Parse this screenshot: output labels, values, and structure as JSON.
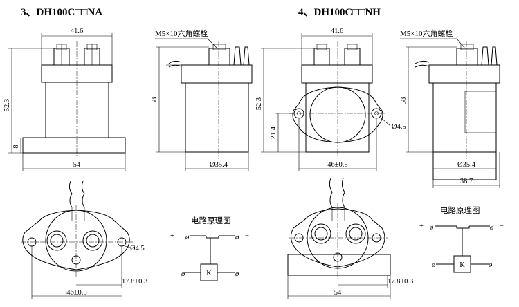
{
  "headers": {
    "left": "3、DH100C□□NA",
    "right": "4、DH100C□□NH"
  },
  "na_front": {
    "width_top": "41.6",
    "height_total": "52.3",
    "base_height": "8",
    "base_width": "54"
  },
  "na_side": {
    "bolt_label": "M5×10六角螺栓",
    "height": "58",
    "diameter": "Ø35.4"
  },
  "na_bottom": {
    "hole": "Ø4.5",
    "offset": "17.8±0.3",
    "span": "46±0.5"
  },
  "nh_front": {
    "width_top": "41.6",
    "height_total": "52.3",
    "flange_height": "21.4",
    "hole": "Ø4.5",
    "span": "46±0.5"
  },
  "nh_side": {
    "bolt_label": "M5×10六角螺栓",
    "height": "58",
    "diameter": "Ø35.4",
    "base_width": "38.7"
  },
  "nh_bottom": {
    "offset": "17.8±0.3",
    "base_width": "54"
  },
  "schematic_left": {
    "title": "电路原理图",
    "plus": "+",
    "minus": "−",
    "coil": "K"
  },
  "schematic_right": {
    "title": "电路原理图",
    "plus": "+",
    "minus": "−",
    "coil": "K"
  }
}
